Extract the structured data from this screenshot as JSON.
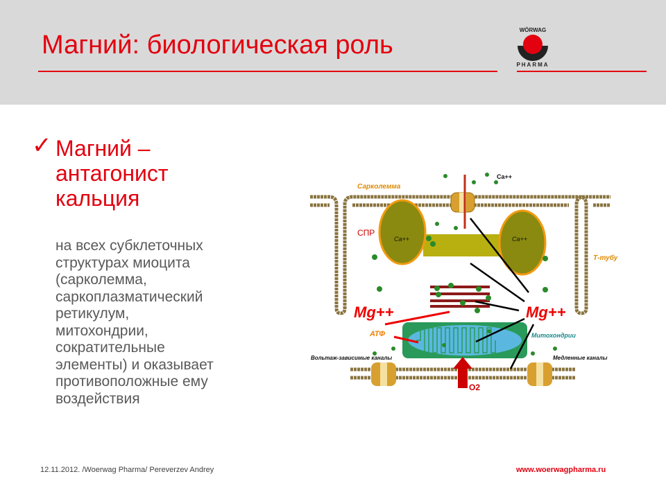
{
  "header": {
    "title": "Магний: биологическая роль"
  },
  "logo": {
    "top_text": "WÖRWAG",
    "bottom_text": "PHARMA"
  },
  "bullet": {
    "icon": "checkmark-icon",
    "heading_lines": [
      "Магний –",
      "антагонист",
      "кальция"
    ]
  },
  "body_lines": [
    "на всех субклеточных",
    "структурах миоцита",
    "(сарколемма,",
    "саркоплазматический",
    "ретикулум,",
    "митохондрии,",
    "сократительные",
    "элементы) и оказывает",
    "противоположные ему",
    "воздействия"
  ],
  "diagram": {
    "sarcolemma": "Сарколемма",
    "ca_top": "Ca++",
    "spr": "СПР",
    "ca_left": "Ca++",
    "ca_right": "Ca++",
    "t_tubule": "Т-тубула",
    "mg_left": "Mg++",
    "mg_right": "Mg++",
    "atp": "АТФ",
    "mito": "Митохондрии",
    "voltage_channels": "Вольтаж-зависимые каналы",
    "slow_channels": "Медленные каналы",
    "o2": "O2"
  },
  "footer": {
    "left": "12.11.2012. /Woerwag Pharma/ Pereverzev Andrey",
    "right": "www.woerwagpharma.ru"
  },
  "colors": {
    "accent": "#e3000f",
    "header_bg": "#d9d9d9",
    "text": "#595959"
  }
}
